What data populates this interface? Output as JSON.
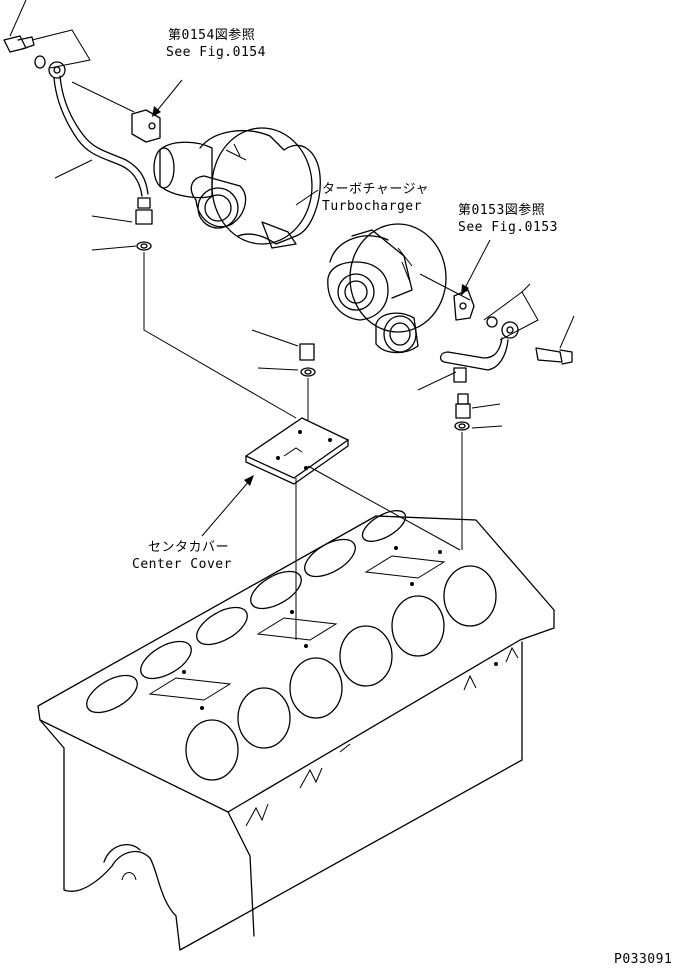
{
  "references": {
    "fig0154_ja": "第0154図参照",
    "fig0154_en": "See Fig.0154",
    "fig0153_ja": "第0153図参照",
    "fig0153_en": "See Fig.0153"
  },
  "parts": {
    "turbocharger_ja": "ターボチャージャ",
    "turbocharger_en": "Turbocharger",
    "center_cover_ja": "センタカバー",
    "center_cover_en": "Center Cover"
  },
  "drawing_number": "P033091"
}
